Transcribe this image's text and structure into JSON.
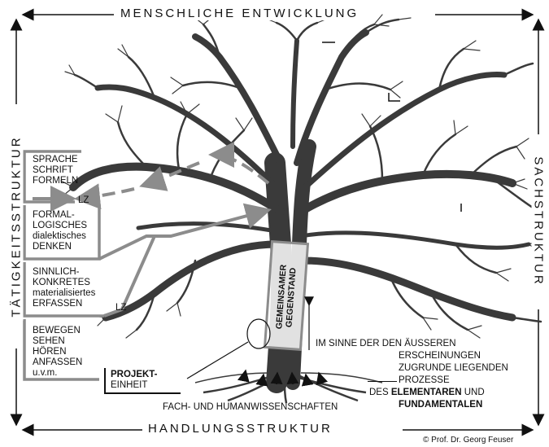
{
  "frame": {
    "top": "MENSCHLICHE ENTWICKLUNG",
    "bottom": "HANDLUNGSSTRUKTUR",
    "left": "TÄTIGKEITSSTRUKTUR",
    "right": "SACHSTRUKTUR"
  },
  "stages": [
    {
      "lines": [
        "SPRACHE",
        "SCHRIFT",
        "FORMELN"
      ],
      "marker": "LZ"
    },
    {
      "lines": [
        "FORMAL-",
        "LOGISCHES",
        "dialektisches",
        "DENKEN"
      ],
      "marker": ""
    },
    {
      "lines": [
        "SINNLICH-",
        "KONKRETES",
        "materialisiertes",
        "ERFASSEN"
      ],
      "marker": "LZ"
    },
    {
      "lines": [
        "BEWEGEN",
        "SEHEN",
        "HÖREN",
        "ANFASSEN",
        "u.v.m."
      ],
      "marker": ""
    }
  ],
  "trunk_label": [
    "GEMEINSAMER",
    "GEGENSTAND"
  ],
  "project": {
    "line1": "PROJEKT-",
    "line2": "EINHEIT"
  },
  "explanation": {
    "l1": "IM SINNE DER DEN ÄUSSEREN",
    "l2": "ERSCHEINUNGEN",
    "l3": "ZUGRUNDE LIEGENDEN",
    "l4": "PROZESSE",
    "l5a": "DES ",
    "l5b": "ELEMENTAREN",
    "l5c": " UND",
    "l6": "FUNDAMENTALEN"
  },
  "roots_label": "FACH- UND HUMANWISSENSCHAFTEN",
  "copyright": "© Prof. Dr. Georg Feuser",
  "colors": {
    "arrow_gray": "#8c8c8c",
    "ink": "#1a1a1a",
    "tree": "#3a3a3a"
  }
}
